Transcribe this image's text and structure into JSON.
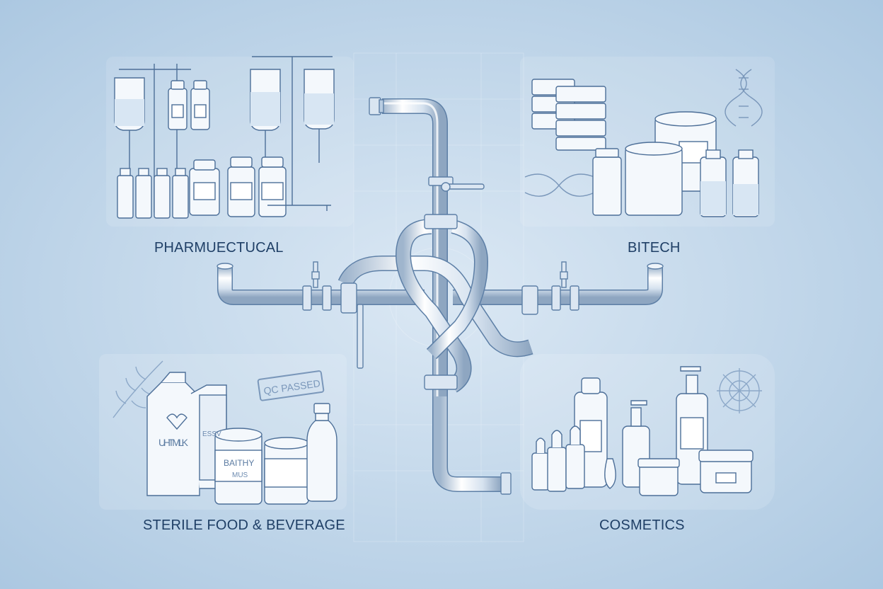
{
  "sectors": {
    "pharmaceutical": "PHARMUECTUCAL",
    "biotech": "BITECH",
    "food_beverage": "STERILE FOOD & BEVERAGE",
    "cosmetics": "COSMETICS"
  },
  "product_labels": {
    "milk_carton": "UHT MILK",
    "milk_carton_side": "ESSV",
    "qc_stamp": "QC PASSED",
    "can_label": "BAITHY",
    "can_sublabel": "MUS"
  },
  "colors": {
    "background_light": "#dbe8f4",
    "background_dark": "#a9c6e0",
    "label_text": "#1f3f66",
    "line_art": "#4d6f98",
    "pipe_highlight": "#ffffff",
    "pipe_body": "#c9d9ea"
  },
  "icons": [
    "iv-bag-icon",
    "vial-icon",
    "pill-bottle-icon",
    "dna-icon",
    "petri-dish-stack-icon",
    "bioreactor-drum-icon",
    "milk-carton-icon",
    "food-can-icon",
    "water-bottle-icon",
    "wheat-icon",
    "pump-bottle-icon",
    "dropper-bottle-icon",
    "cream-jar-icon",
    "valve-icon",
    "flange-icon"
  ]
}
